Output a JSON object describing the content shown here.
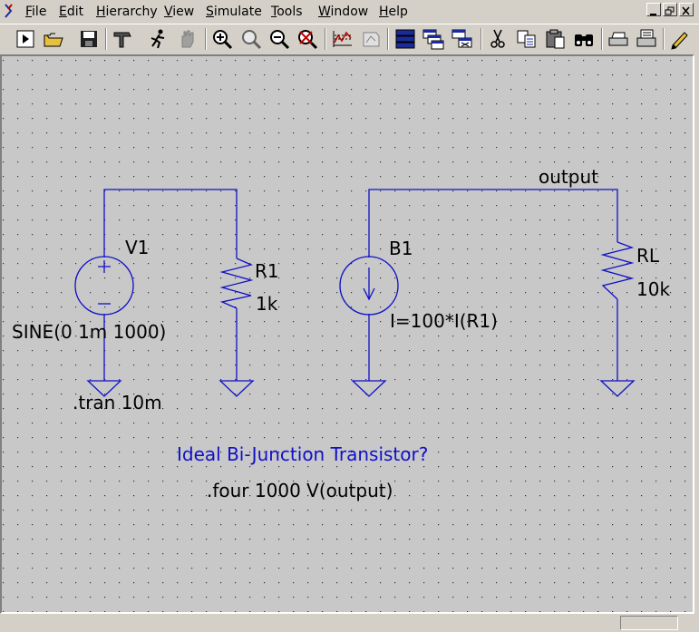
{
  "menu": {
    "items": [
      "File",
      "Edit",
      "Hierarchy",
      "View",
      "Simulate",
      "Tools",
      "Window",
      "Help"
    ]
  },
  "toolbar": {
    "icons": [
      "run-icon",
      "open-icon",
      "save-icon",
      "control-panel-icon",
      "run-simulation-icon",
      "halt-icon",
      "zoom-in-icon",
      "zoom-pan-icon",
      "zoom-out-icon",
      "zoom-fit-icon",
      "autorange-icon",
      "plot-settings-icon",
      "tile-vertical-icon",
      "cascade-icon",
      "close-all-icon",
      "cut-icon",
      "copy-icon",
      "paste-icon",
      "find-icon",
      "print-setup-icon",
      "print-icon",
      "pencil-icon"
    ]
  },
  "schematic": {
    "net_label": "output",
    "v1": {
      "name": "V1",
      "value": "SINE(0 1m 1000)"
    },
    "r1": {
      "name": "R1",
      "value": "1k"
    },
    "b1": {
      "name": "B1",
      "value": "I=100*I(R1)"
    },
    "rl": {
      "name": "RL",
      "value": "10k"
    },
    "tran_directive": ".tran 10m",
    "comment": "Ideal Bi-Junction Transistor?",
    "four_directive": ".four 1000 V(output)"
  },
  "colors": {
    "wire": "#1010c8",
    "canvas": "#c8c8c8",
    "grid_dot": "#303030",
    "text": "#000000",
    "comment": "#1010c8"
  }
}
